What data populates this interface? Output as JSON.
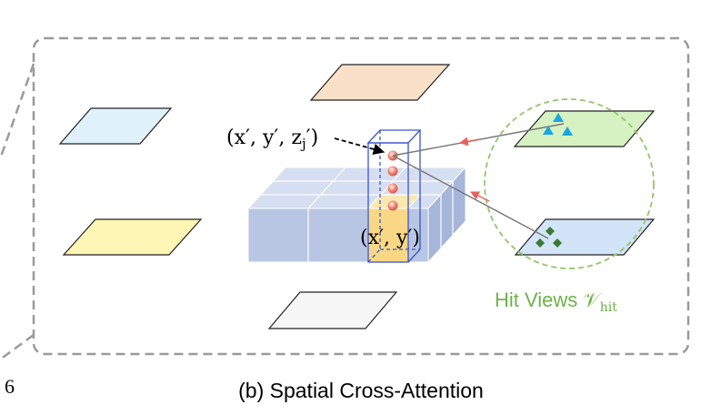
{
  "labels": {
    "point_3d": "(x′, y′, z",
    "point_3d_sub": "j",
    "point_3d_tail": "′)",
    "point_2d": "(x′, y′)",
    "hit_views_text": "Hit Views ",
    "hit_views_symbol": "𝒱",
    "hit_views_sub": "hit",
    "caption": "(b) Spatial Cross-Attention",
    "side_number": "6"
  },
  "colors": {
    "frame_dash": "#9a9a9a",
    "hit_circle": "#8fc86a",
    "hit_text": "#6fb24a",
    "arrow_red": "#e8605c",
    "bev_fill": "#b8c6e3",
    "bev_highlight": "#f8d885",
    "pillar": "#3b55c9",
    "ref_point": "#f08878",
    "triangle": "#19a7e0",
    "diamond": "#3c7a32",
    "view_blue_light": "#dff1fb",
    "view_orange": "#fbe0c9",
    "view_yellow": "#fdf6b4",
    "view_white": "#f7f7f7",
    "view_green": "#d7f2c2",
    "view_blue": "#d2e4f8"
  },
  "icons": {
    "triangle": "triangle-marker-icon",
    "diamond": "diamond-marker-icon"
  }
}
